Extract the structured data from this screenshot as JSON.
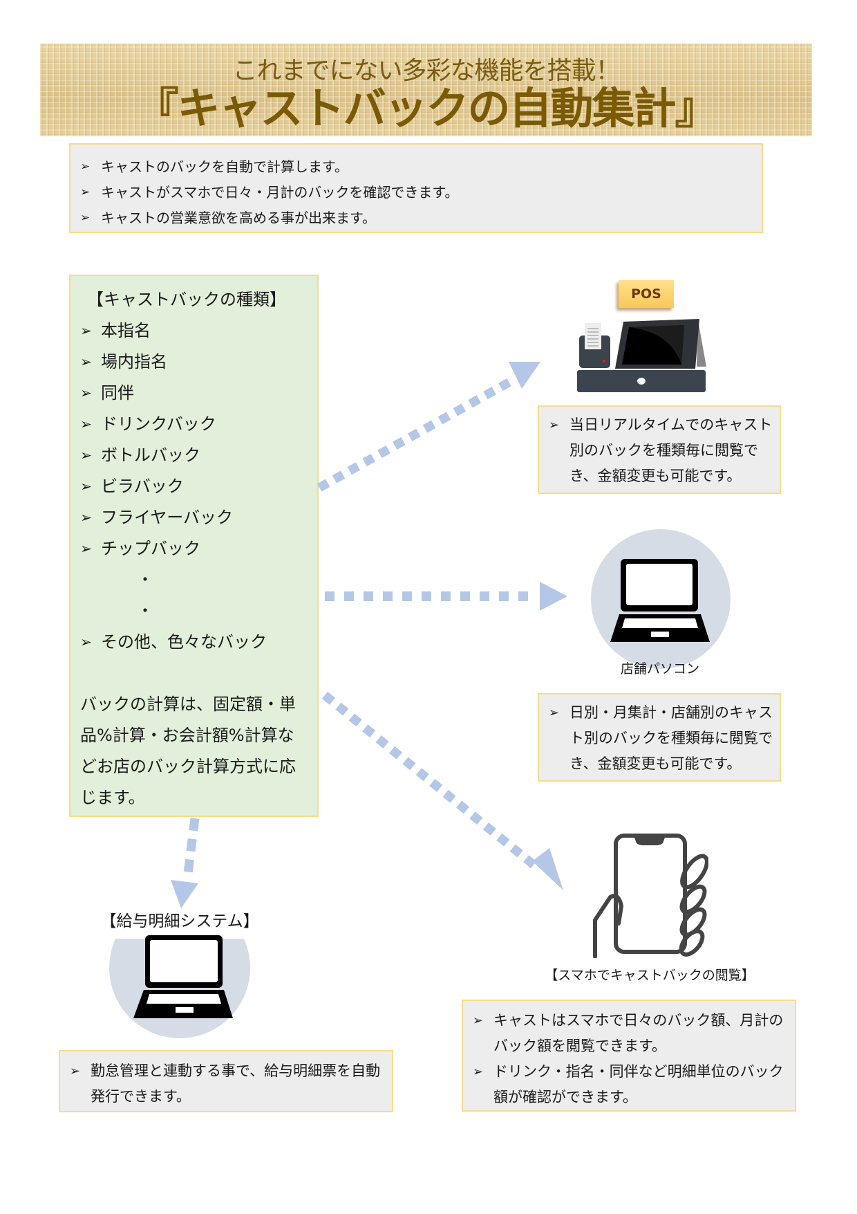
{
  "banner": {
    "subtitle": "これまでにない多彩な機能を搭載！",
    "title": "『キャストバックの自動集計』"
  },
  "summary": {
    "items": [
      "キャストのバックを自動で計算します。",
      "キャストがスマホで日々・月計のバックを確認できます。",
      "キャストの営業意欲を高める事が出来ます。"
    ]
  },
  "bullet_glyph": "➢",
  "types_panel": {
    "heading": "【キャストバックの種類】",
    "items": [
      "本指名",
      "場内指名",
      "同伴",
      "ドリンクバック",
      "ボトルバック",
      "ビラバック",
      "フライヤーバック",
      "チップバック"
    ],
    "ellipsis": [
      "・",
      "・"
    ],
    "last_item": "その他、色々なバック",
    "note": "バックの計算は、固定額・単品%計算・お会計額%計算などお店のバック計算方式に応じます。"
  },
  "pos": {
    "tag": "POS",
    "description": "当日リアルタイムでのキャスト別のバックを種類毎に閲覧でき、金額変更も可能です。"
  },
  "store_pc": {
    "label": "店舗パソコン",
    "description": "日別・月集計・店舗別のキャスト別のバックを種類毎に閲覧でき、金額変更も可能です。"
  },
  "smartphone": {
    "label": "【スマホでキャストバックの閲覧】",
    "items": [
      "キャストはスマホで日々のバック額、月計のバック額を閲覧できます。",
      "ドリンク・指名・同伴など明細単位のバック額が確認ができます。"
    ]
  },
  "payroll": {
    "label": "【給与明細システム】",
    "description": "勤怠管理と連動する事で、給与明細票を自動発行できます。"
  },
  "colors": {
    "arrow": "#b4c7e7",
    "box_border": "#f7dc8c",
    "box_fill": "#ededed",
    "green_fill": "#e2efda",
    "banner_text": "#7a5a05",
    "circle": "#d6dce6"
  }
}
